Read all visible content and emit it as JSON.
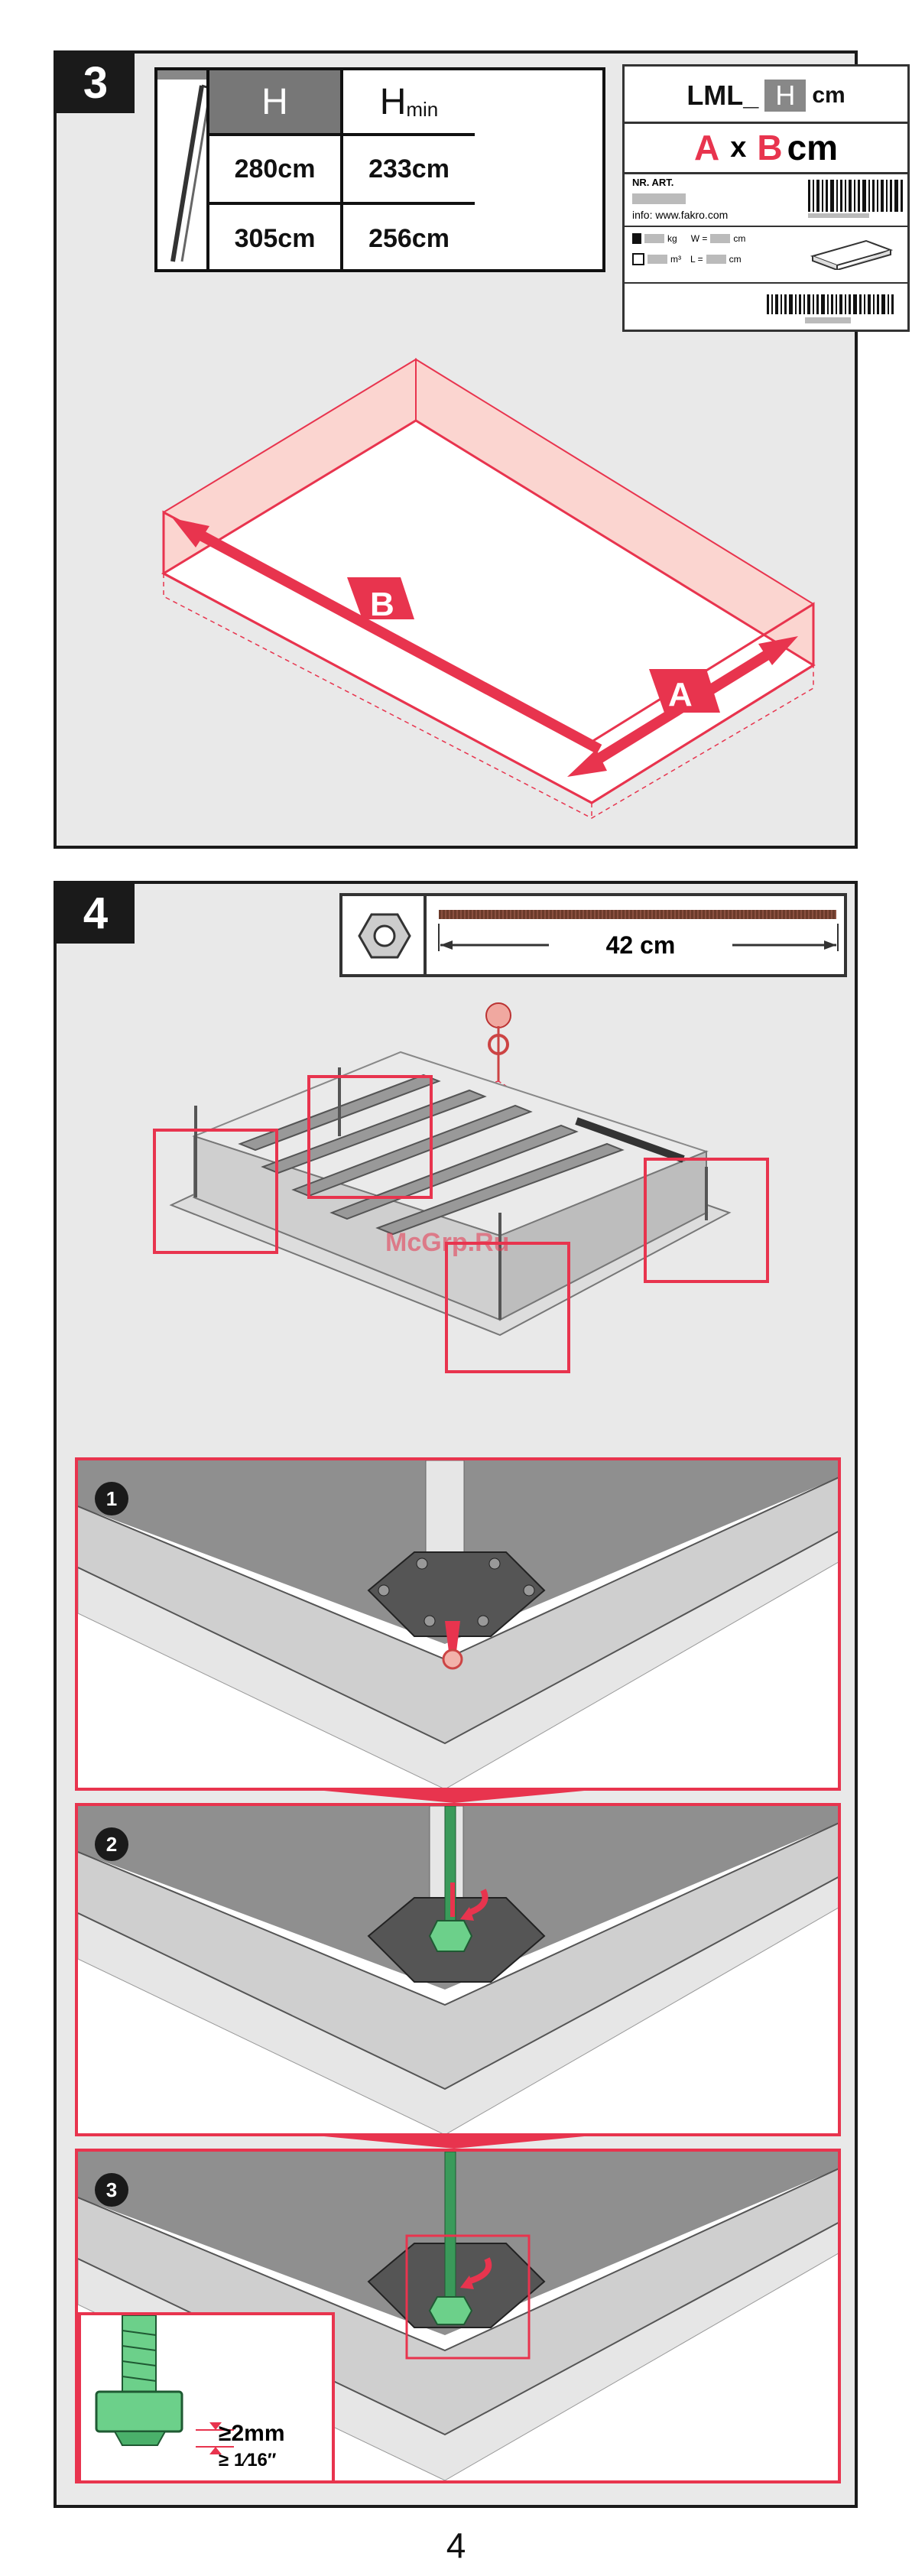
{
  "steps": [
    {
      "number": "3",
      "table": {
        "header_h": "H",
        "header_hmin_main": "H",
        "header_hmin_sub": "min",
        "rows": [
          {
            "h": "280cm",
            "hmin": "233cm"
          },
          {
            "h": "305cm",
            "hmin": "256cm"
          }
        ],
        "figure_label": "H"
      },
      "product_label": {
        "model_prefix": "LML_",
        "model_box": "H",
        "model_suffix": "cm",
        "dim_a": "A",
        "dim_x": "x",
        "dim_b": "B",
        "dim_unit": "cm",
        "art_label": "NR. ART.",
        "info": "info: www.fakro.com",
        "kg": "kg",
        "w": "W =",
        "cm1": "cm",
        "m3": "m³",
        "l": "L =",
        "cm2": "cm"
      },
      "opening_labels": {
        "a": "A",
        "b": "B"
      }
    },
    {
      "number": "4",
      "rod_length": "42 cm",
      "watermark": "McGrp.Ru",
      "substeps": [
        "1",
        "2",
        "3"
      ],
      "gap_primary": "≥2mm",
      "gap_secondary": "≥ 1⁄16″"
    }
  ],
  "page_number": "4",
  "colors": {
    "accent": "#e8344e",
    "dark": "#1a1a1a",
    "bg": "#e9e9e9",
    "green": "#3a9a5a"
  }
}
